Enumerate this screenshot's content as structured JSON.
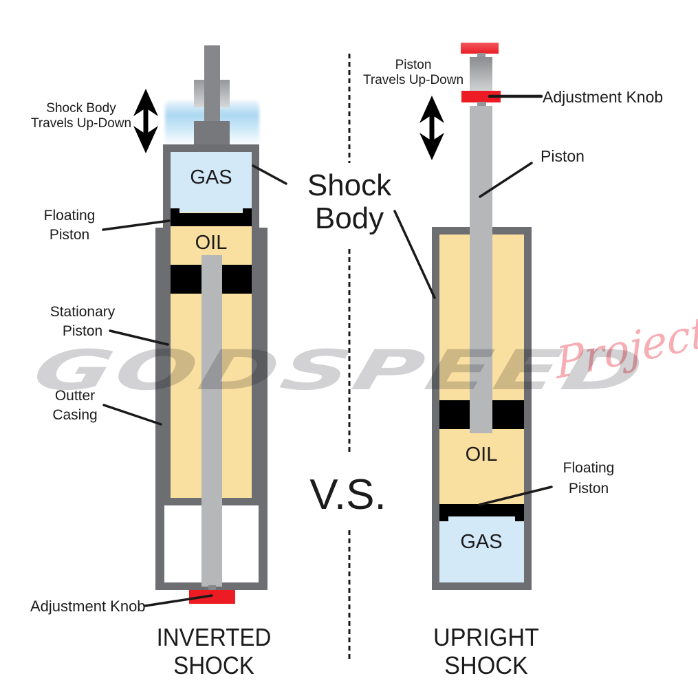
{
  "colors": {
    "body_gray": "#6d6e71",
    "shaft_dark": "#85878a",
    "block_dark": "#77787b",
    "rod_light": "#b5b7b9",
    "oil_yellow": "#f9dfa0",
    "gas_blue": "#d3e9f8",
    "glow_blue": "#aed9f2",
    "knob_red": "#ed1c24",
    "line_black": "#1a1a1a",
    "watermark_gray": "#d2d2d4",
    "watermark_pink": "#f6aeb4"
  },
  "center": {
    "shock_body_label": "Shock\nBody",
    "vs_label": "V.S.",
    "watermark_main": "GODSPEED",
    "watermark_sub": "Project"
  },
  "inverted": {
    "title": "INVERTED SHOCK",
    "travel_label": "Shock Body\nTravels Up-Down",
    "gas_label": "GAS",
    "oil_label": "OIL",
    "floating_piston_label": "Floating\nPiston",
    "stationary_piston_label": "Stationary\nPiston",
    "outter_casing_label": "Outter\nCasing",
    "adjustment_knob_label": "Adjustment Knob"
  },
  "upright": {
    "title": "UPRIGHT SHOCK",
    "travel_label": "Piston\nTravels Up-Down",
    "adjustment_knob_label": "Adjustment Knob",
    "piston_label": "Piston",
    "oil_label": "OIL",
    "floating_piston_label": "Floating\nPiston",
    "gas_label": "GAS"
  }
}
